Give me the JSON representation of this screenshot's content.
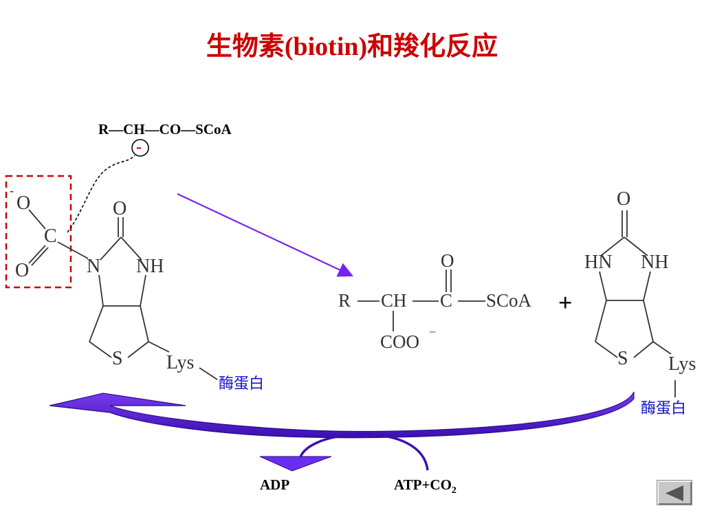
{
  "title": "生物素(biotin)和羧化反应",
  "substrate": "R—CH—CO—SCoA",
  "minus_sign": "-",
  "carboxybiotin": {
    "carboxyl_charge": "-",
    "O_top": "O",
    "C": "C",
    "O_bottom": "O",
    "N": "N",
    "NH": "NH",
    "carbonyl_O": "O",
    "S": "S",
    "Lys": "Lys"
  },
  "product": {
    "R": "R",
    "CH": "CH",
    "C": "C",
    "O": "O",
    "SCoA": "SCoA",
    "COO": "COO",
    "charge": "−"
  },
  "plus": "+",
  "biotin": {
    "O": "O",
    "HN": "HN",
    "NH": "NH",
    "S": "S",
    "Lys": "Lys"
  },
  "enzyme_label_left": "酶蛋白",
  "enzyme_label_right": "酶蛋白",
  "adp": "ADP",
  "atp_co2": "ATP+CO",
  "co2_subscript": "2",
  "nav": {
    "icon": "triangle-left-icon"
  },
  "colors": {
    "title": "#cc0000",
    "arrow": "#7722ee",
    "enzyme_text": "#1414c8",
    "dashed_box": "#cc0000"
  }
}
